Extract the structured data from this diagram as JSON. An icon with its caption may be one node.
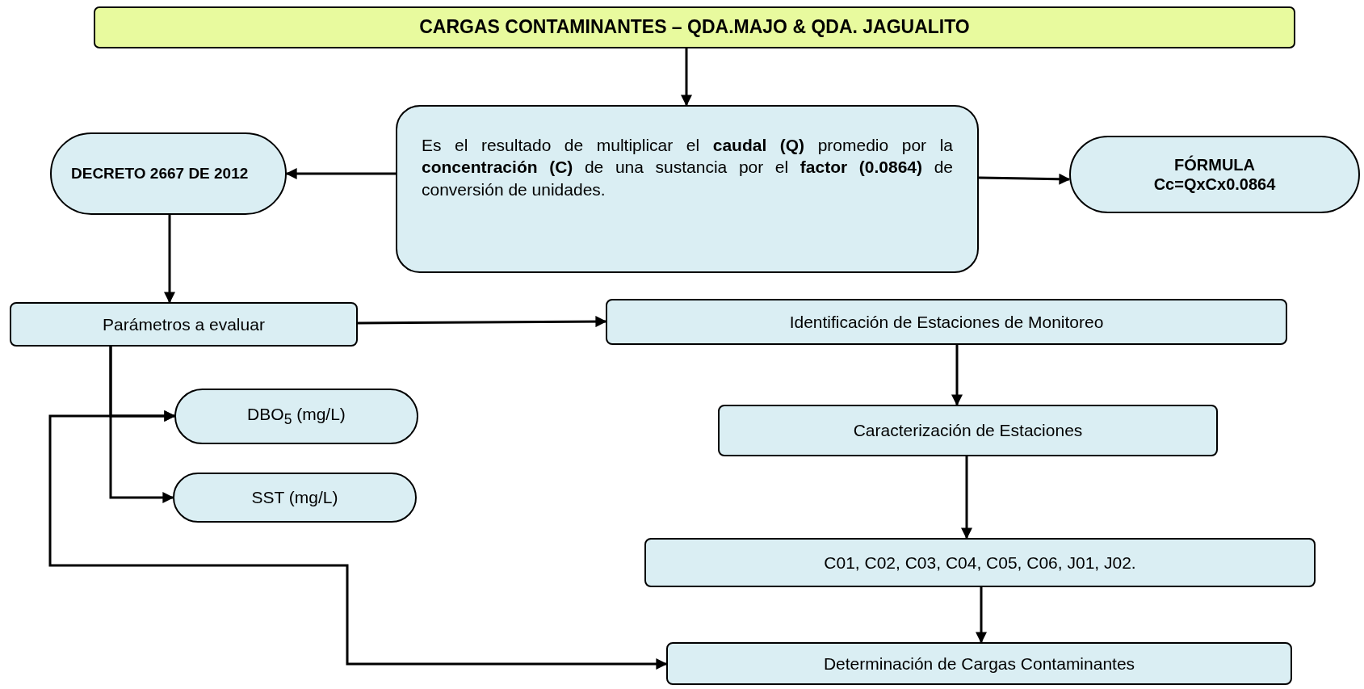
{
  "diagram": {
    "nodes": [
      {
        "text": [
          "CARGAS CONTAMINANTES – QDA.MAJO & QDA. JAGUALITO"
        ]
      },
      {
        "text": [
          "Es el resultado de multiplicar el **caudal (Q)** promedio por la **concentración (C)** de una sustancia por el **factor (0.0864)** de conversión de unidades."
        ]
      },
      {
        "text": [
          "DECRETO 2667 DE 2012"
        ]
      },
      {
        "text": [
          "FÓRMULA",
          "Cc=QxCx0.0864"
        ]
      },
      {
        "text": [
          "Parámetros a evaluar"
        ]
      },
      {
        "text": [
          "Identificación de Estaciones de Monitoreo"
        ]
      },
      {
        "text": [
          "DBO$_{5}$ (mg/L)"
        ]
      },
      {
        "text": [
          "SST (mg/L)"
        ]
      },
      {
        "text": [
          "Caracterización de Estaciones"
        ]
      },
      {
        "text": [
          "C01, C02, C03, C04, C05, C06, J01, J02."
        ]
      },
      {
        "text": [
          "Determinación de Cargas Contaminantes"
        ]
      }
    ],
    "edges": [
      {
        "from": 0,
        "to": 1,
        "arrow": "to"
      },
      {
        "from": 1,
        "to": 2,
        "arrow": "to"
      },
      {
        "from": 1,
        "to": 3,
        "arrow": "to"
      },
      {
        "from": 2,
        "to": 4,
        "arrow": "to"
      },
      {
        "from": 4,
        "to": 5,
        "arrow": "to"
      },
      {
        "from": 4,
        "to": 6,
        "arrow": "to"
      },
      {
        "from": 4,
        "to": 7,
        "arrow": "to"
      },
      {
        "from": 5,
        "to": 8,
        "arrow": "to"
      },
      {
        "from": 8,
        "to": 9,
        "arrow": "to"
      },
      {
        "from": 9,
        "to": 10,
        "arrow": "to"
      },
      {
        "from": 6,
        "to": 10,
        "arrow": "both"
      }
    ]
  }
}
